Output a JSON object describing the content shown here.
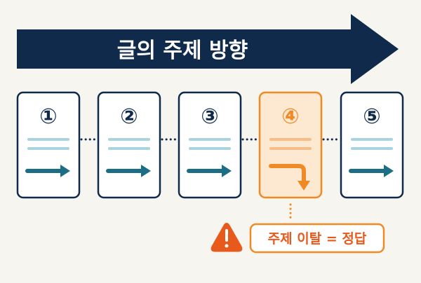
{
  "header": {
    "title": "글의 주제 방향"
  },
  "cards": [
    {
      "number": "①",
      "highlighted": false
    },
    {
      "number": "②",
      "highlighted": false
    },
    {
      "number": "③",
      "highlighted": false
    },
    {
      "number": "④",
      "highlighted": true
    },
    {
      "number": "⑤",
      "highlighted": false
    }
  ],
  "warning": {
    "label": "주제 이탈 = 정답"
  },
  "colors": {
    "navy": "#0f2a4a",
    "teal": "#1c6e86",
    "light_teal": "#a9d3de",
    "orange": "#f08a24",
    "light_orange": "#fde8d1",
    "warning_red": "#e85a1b"
  }
}
